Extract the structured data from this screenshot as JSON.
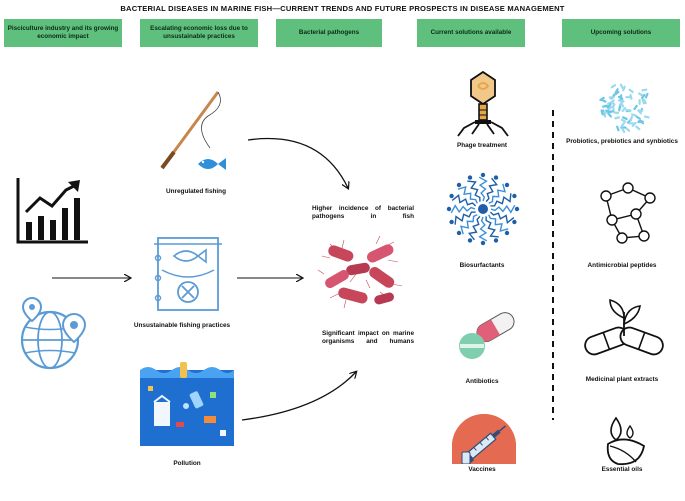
{
  "title": "BACTERIAL DISEASES IN MARINE FISH—CURRENT TRENDS AND FUTURE PROSPECTS IN DISEASE MANAGEMENT",
  "headers": [
    "Pisciculture industry and its growing economic impact",
    "Escalating economic loss due to unsustainable practices",
    "Bacterial pathogens",
    "Current solutions available",
    "Upcoming solutions"
  ],
  "causes": {
    "unregulated_fishing": "Unregulated fishing",
    "unsustainable_practices": "Unsustainable fishing practices",
    "pollution": "Pollution"
  },
  "pathogens": {
    "higher_incidence": "Higher incidence of bacterial pathogens in fish",
    "significant_impact": "Significant impact on marine organisms and humans"
  },
  "current_solutions": [
    "Phage treatment",
    "Biosurfactants",
    "Antibiotics",
    "Vaccines"
  ],
  "upcoming_solutions": [
    "Probiotics, prebiotics and synbiotics",
    "Antimicrobial peptides",
    "Medicinal plant extracts",
    "Essential oils"
  ],
  "colors": {
    "header_bg": "#5fbf7d",
    "icon_blue": "#5b9bd5",
    "bacteria_red": "#c8465a",
    "phage_orange": "#e8a64a",
    "vaccine_bg": "#e56a52"
  }
}
